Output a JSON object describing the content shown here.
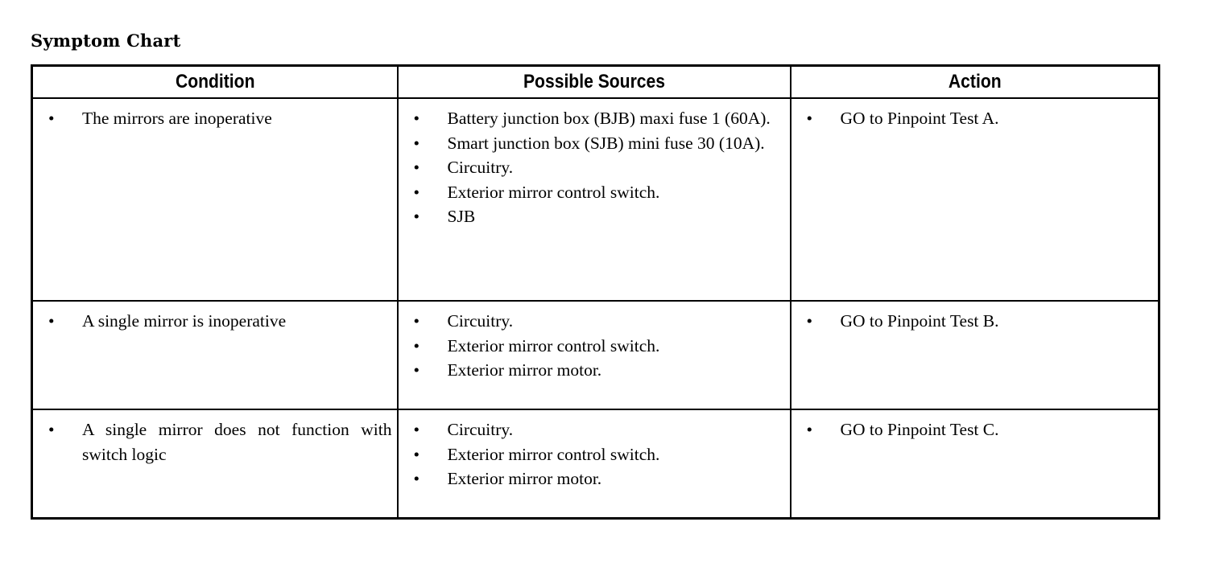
{
  "page": {
    "title": "Symptom Chart",
    "background": "#ffffff",
    "text_color": "#000000",
    "border_color": "#000000"
  },
  "table": {
    "bullet_glyph": "•",
    "columns": [
      {
        "key": "condition",
        "label": "Condition"
      },
      {
        "key": "possible_sources",
        "label": "Possible Sources"
      },
      {
        "key": "action",
        "label": "Action"
      }
    ],
    "rows": [
      {
        "condition": [
          "The mirrors are inoperative"
        ],
        "possible_sources": [
          "Battery junction box (BJB) maxi fuse 1 (60A).",
          "Smart junction box (SJB) mini fuse 30 (10A).",
          "Circuitry.",
          "Exterior mirror control switch.",
          "SJB"
        ],
        "action": [
          "GO to Pinpoint Test A."
        ]
      },
      {
        "condition": [
          "A single mirror is inoperative"
        ],
        "possible_sources": [
          "Circuitry.",
          "Exterior mirror control switch.",
          "Exterior mirror motor."
        ],
        "action": [
          "GO to Pinpoint Test B."
        ]
      },
      {
        "condition": [
          "A single mirror does not function with switch logic"
        ],
        "possible_sources": [
          "Circuitry.",
          "Exterior mirror control switch.",
          "Exterior mirror motor."
        ],
        "action": [
          "GO to Pinpoint Test C."
        ]
      }
    ]
  }
}
